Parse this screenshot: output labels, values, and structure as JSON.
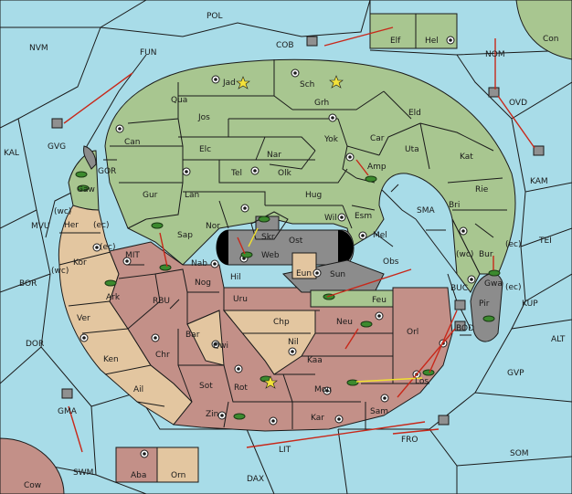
{
  "colors": {
    "sea": "#a8dce8",
    "green_power": "#a8c690",
    "pink_power": "#c39088",
    "tan_power": "#e3c6a0",
    "neutral_gray": "#8c8c8c",
    "order_arrow": "#c8281a",
    "support_arrow": "#f0e030"
  },
  "labels": {
    "pol": "POL",
    "elf": "Elf",
    "hel": "Hel",
    "con": "Con",
    "cob": "COB",
    "nvm": "NVM",
    "fun": "FUN",
    "nom": "NOM",
    "ovd": "OVD",
    "jad": "Jad",
    "sch": "Sch",
    "qua": "Qua",
    "grh": "Grh",
    "jos": "Jos",
    "eld": "Eld",
    "can": "Can",
    "yok": "Yok",
    "car": "Car",
    "kal": "KAL",
    "gvg": "GVG",
    "elc": "Elc",
    "nar": "Nar",
    "uta": "Uta",
    "kat": "Kat",
    "kam": "KAM",
    "tel": "Tel",
    "olk": "Olk",
    "amp": "Amp",
    "gor": "GOR",
    "gaw": "Gaw",
    "gur": "Gur",
    "lan": "Lan",
    "hug": "Hug",
    "rie": "Rie",
    "wil": "Wil",
    "esm": "Esm",
    "sma": "SMA",
    "bri": "Bri",
    "skr": "Skr",
    "nor": "Nor",
    "wc1": "(wc)",
    "her": "Her",
    "ec1": "(ec)",
    "mvu": "MVU",
    "sap": "Sap",
    "ost": "Ost",
    "mel": "Mel",
    "web": "Web",
    "tei": "TEI",
    "ec2": "(ec)",
    "bur": "Bur",
    "wc2": "(wc)",
    "ec3": "(ec)",
    "mit": "MIT",
    "kor": "Kor",
    "wc3": "(wc)",
    "nab": "Nab",
    "eun": "Eun",
    "sun": "Sun",
    "obs": "Obs",
    "gwa": "Gwa",
    "ec4": "(ec)",
    "bor": "BOR",
    "hil": "Hil",
    "ark": "Ark",
    "nog": "Nog",
    "buc": "BUC",
    "pir": "Pir",
    "kup": "KUP",
    "rbu": "RBU",
    "uru": "Uru",
    "feu": "Feu",
    "ver": "Ver",
    "chp": "Chp",
    "neu": "Neu",
    "bod": "BOD",
    "orl": "Orl",
    "alt": "ALT",
    "dor": "DOR",
    "bar": "Bar",
    "qwi": "Qwi",
    "nil": "Nil",
    "ken": "Ken",
    "chr": "Chr",
    "kaa": "Kaa",
    "gvp": "GVP",
    "sot": "Sot",
    "rot": "Rot",
    "ail": "Ail",
    "mou": "Mou",
    "los": "Los",
    "gma": "GMA",
    "sam": "Sam",
    "zin": "Zin",
    "kar": "Kar",
    "fro": "FRO",
    "lit": "LIT",
    "som": "SOM",
    "swm": "SWM",
    "aba": "Aba",
    "orn": "Orn",
    "dax": "DAX",
    "cow": "Cow"
  }
}
